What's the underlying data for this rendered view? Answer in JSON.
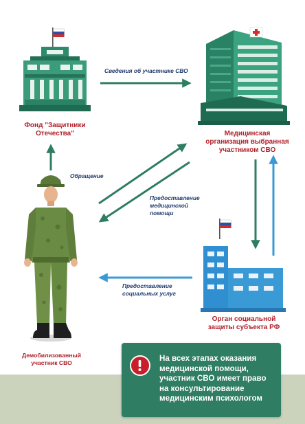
{
  "nodes": {
    "fund": {
      "lines": [
        "Фонд \"Защитники",
        "Отечества\""
      ]
    },
    "medical": {
      "lines": [
        "Медицинская",
        "организация выбранная",
        "участником СВО"
      ]
    },
    "social": {
      "lines": [
        "Орган социальной",
        "защиты субъекта РФ"
      ]
    },
    "veteran": {
      "lines": [
        "Демобилизованный",
        "участник СВО"
      ]
    }
  },
  "flows": {
    "info": {
      "lines": [
        "Сведения об участнике СВО"
      ]
    },
    "appeal": {
      "lines": [
        "Обращение"
      ]
    },
    "medical_help": {
      "lines": [
        "Предоставление",
        "медицинской",
        "помощи"
      ]
    },
    "social_services": {
      "lines": [
        "Предоставление",
        "социальных услуг"
      ]
    }
  },
  "notice": {
    "lines": [
      "На всех этапах оказания",
      "медицинской помощи,",
      "участник СВО имеет право",
      "на консультирование",
      "медицинским психологом"
    ],
    "icon": "exclamation-icon"
  },
  "colors": {
    "arrow": "#2e7d64",
    "arrow_blue": "#3a9ad6",
    "label_red": "#b0202a",
    "flow_text": "#1f3a6e",
    "notice_bg": "#2f7d62",
    "band": "#cbd3bd"
  }
}
